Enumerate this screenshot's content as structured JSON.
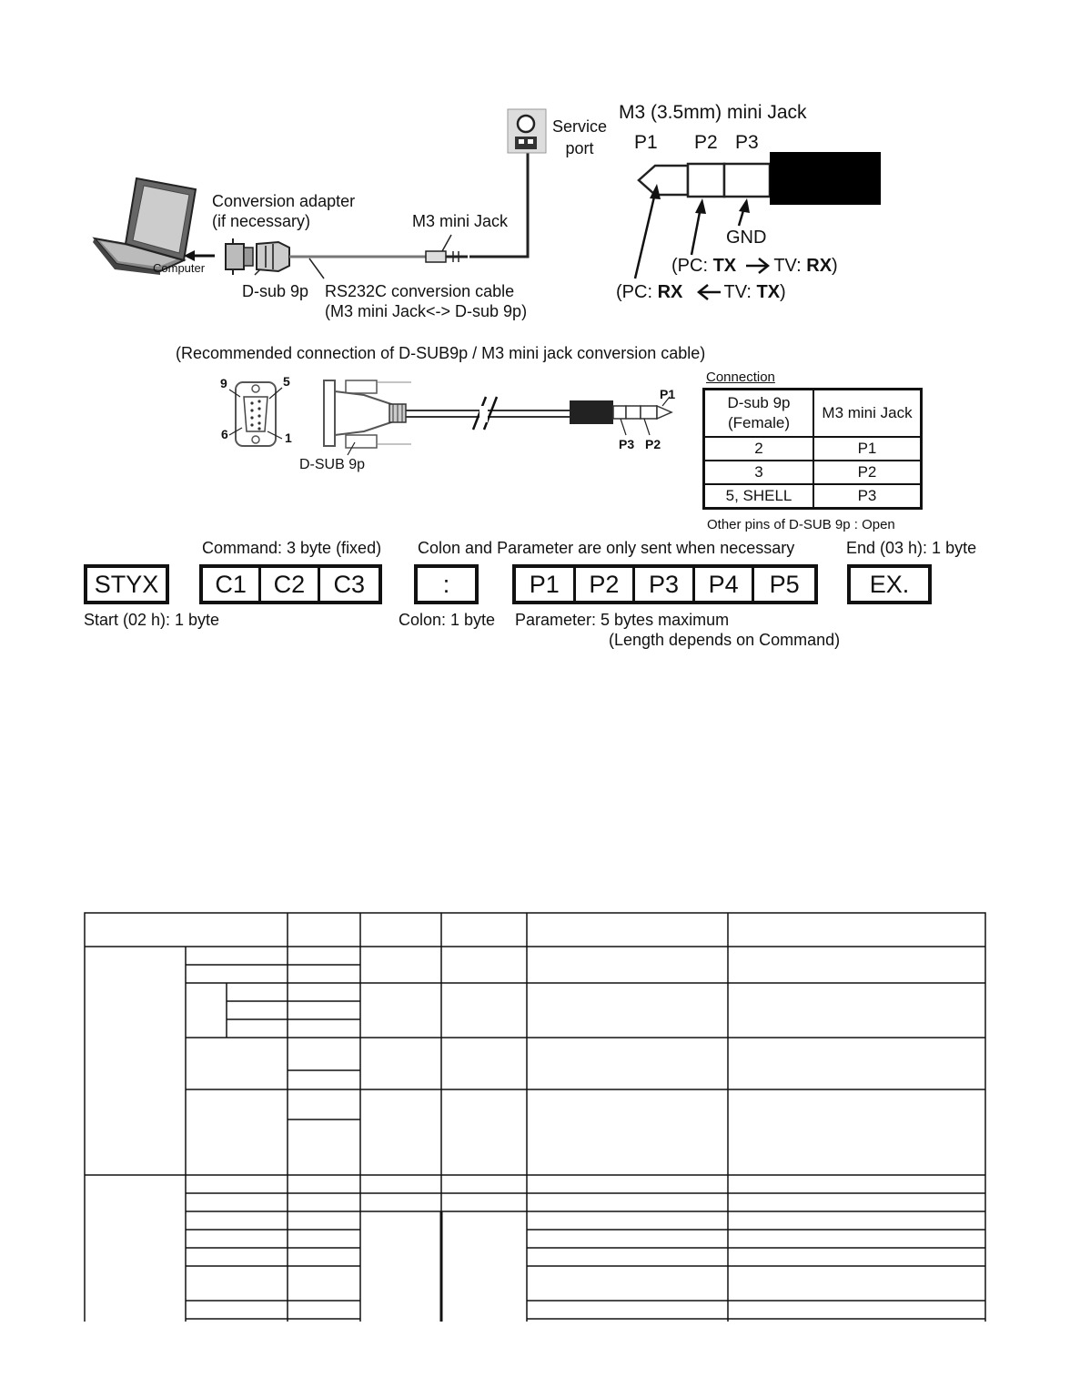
{
  "top_diagram": {
    "service_port_label": "Service\nport",
    "jack_title": "M3 (3.5mm) mini Jack",
    "pins": [
      "P1",
      "P2",
      "P3"
    ],
    "gnd_label": "GND",
    "tx_line": {
      "pc": "(PC: ",
      "pc_sig": "TX",
      "tv": " TV: ",
      "tv_sig": "RX",
      "end": ")"
    },
    "rx_line": {
      "pc": "(PC: ",
      "pc_sig": "RX",
      "tv": " TV: ",
      "tv_sig": "TX",
      "end": ")"
    },
    "conversion_adapter": "Conversion adapter",
    "if_necessary": "(if necessary)",
    "mini_jack_label": "M3  mini Jack",
    "computer_label": "Computer",
    "dsub_label": "D-sub 9p",
    "cable_label": "RS232C conversion cable",
    "cable_sub": "(M3 mini Jack<-> D-sub 9p)"
  },
  "middle_diagram": {
    "caption": "(Recommended connection of D-SUB9p / M3 mini jack conversion cable)",
    "pin_numbers": {
      "tl": "9",
      "tr": "5",
      "bl": "6",
      "br": "1"
    },
    "dsub_label": "D-SUB 9p",
    "plug_pins": {
      "p1": "P1",
      "p3": "P3",
      "p2": "P2"
    },
    "connection_title": "Connection",
    "table_headers": [
      "D-sub 9p\n(Female)",
      "M3 mini Jack"
    ],
    "table_rows": [
      [
        "2",
        "P1"
      ],
      [
        "3",
        "P2"
      ],
      [
        "5, SHELL",
        "P3"
      ]
    ],
    "other_pins": "Other pins of D-SUB 9p : Open"
  },
  "command_format": {
    "command_label": "Command: 3 byte (fixed)",
    "colon_param_label": "Colon and Parameter are only sent when necessary",
    "end_label": "End (03 h): 1 byte",
    "start": "STYX",
    "command": [
      "C1",
      "C2",
      "C3"
    ],
    "colon": ":",
    "params": [
      "P1",
      "P2",
      "P3",
      "P4",
      "P5"
    ],
    "end": "EX.",
    "start_label": "Start (02 h): 1 byte",
    "colon_label": "Colon: 1 byte",
    "param_label": "Parameter: 5 bytes maximum",
    "param_sub": "(Length depends on Command)"
  }
}
